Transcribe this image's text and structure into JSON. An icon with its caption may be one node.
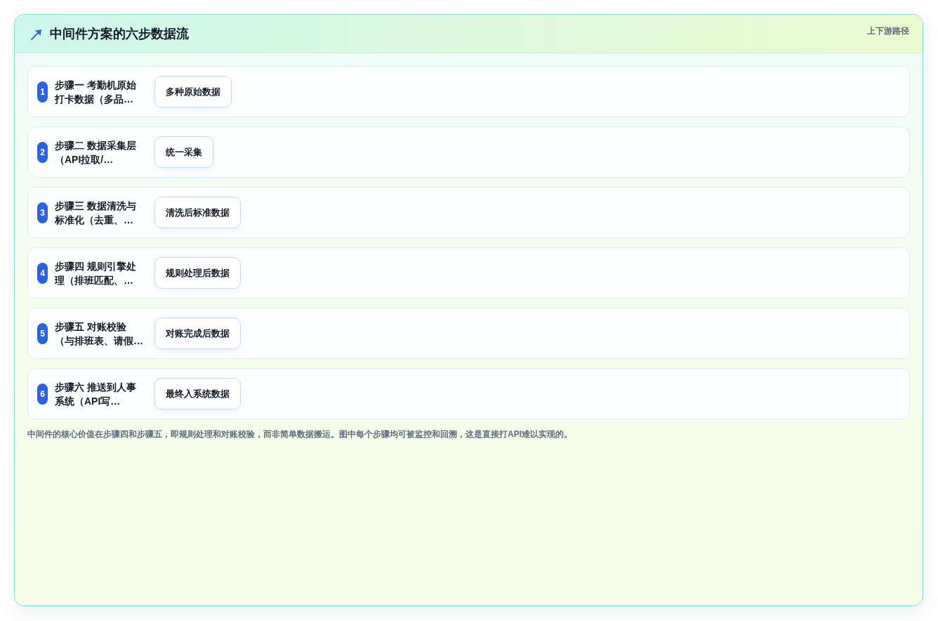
{
  "diagram": {
    "title": "中间件方案的六步数据流",
    "caption": "中间件的核心价值在步骤四和步骤五，即规则处理和对账校验，而非简单数据搬运。图中每个步骤均可被监控和回溯，这是直接打API难以实现的。",
    "labels": [
      "上下游路径"
    ],
    "nodes": [
      {
        "text": [
          "步骤一 考勤机原始打卡数据（多品…"
        ]
      },
      {
        "text": [
          "1"
        ],
        "in": 0
      },
      {
        "text": [
          "多种原始数据"
        ],
        "in": 0
      },
      {
        "text": [
          "步骤二 数据采集层（API拉取/…"
        ]
      },
      {
        "text": [
          "2"
        ],
        "in": 3
      },
      {
        "text": [
          "统一采集"
        ],
        "in": 3
      },
      {
        "text": [
          "步骤三 数据清洗与标准化（去重、…"
        ]
      },
      {
        "text": [
          "3"
        ],
        "in": 6
      },
      {
        "text": [
          "清洗后标准数据"
        ],
        "in": 6
      },
      {
        "text": [
          "步骤四 规则引擎处理（排班匹配、…"
        ]
      },
      {
        "text": [
          "4"
        ],
        "in": 9
      },
      {
        "text": [
          "规则处理后数据"
        ],
        "in": 9
      },
      {
        "text": [
          "步骤五 对账校验（与排班表、请假…"
        ]
      },
      {
        "text": [
          "5"
        ],
        "in": 12
      },
      {
        "text": [
          "对账完成后数据"
        ],
        "in": 12
      },
      {
        "text": [
          "步骤六 推送到人事系统（API写…"
        ]
      },
      {
        "text": [
          "6"
        ],
        "in": 15
      },
      {
        "text": [
          "最终入系统数据"
        ],
        "in": 15
      }
    ]
  }
}
